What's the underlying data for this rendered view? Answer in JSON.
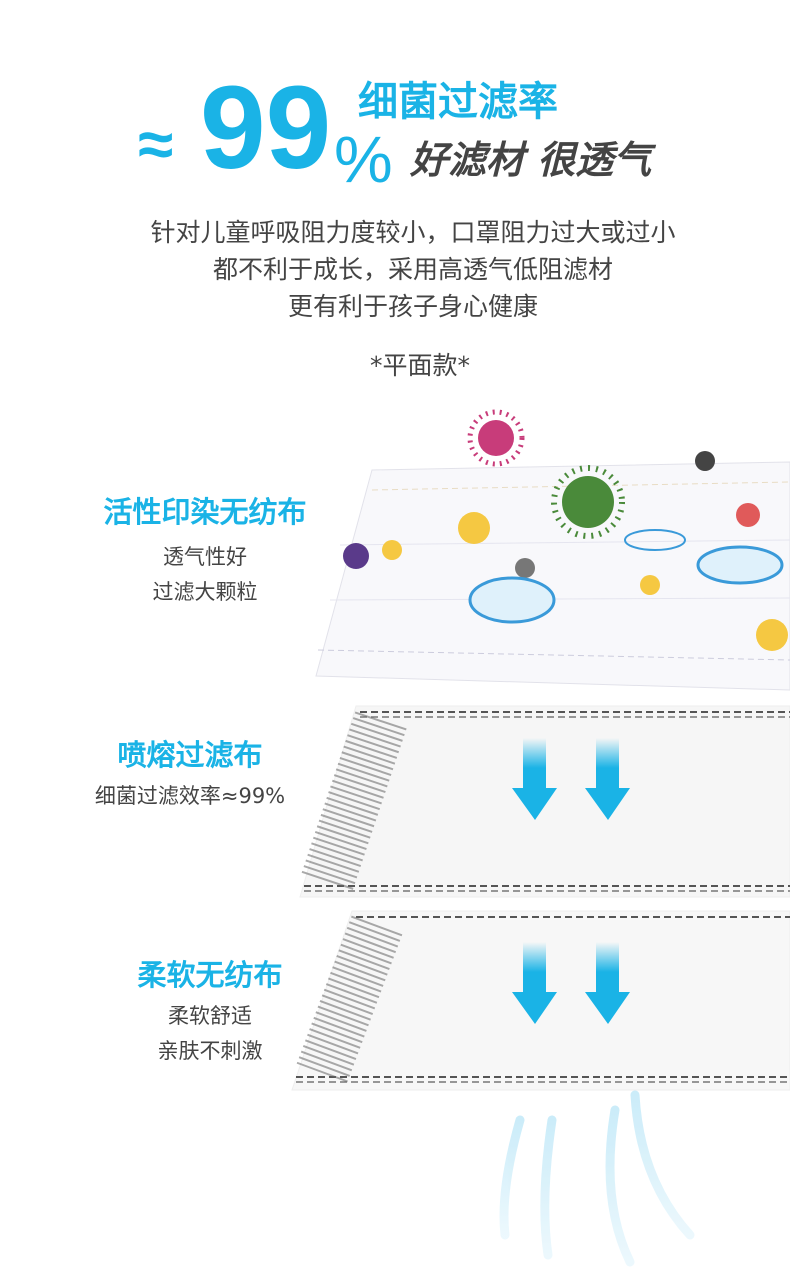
{
  "headline": {
    "approx": "≈",
    "value": "99",
    "percent": "%",
    "title": "细菌过滤率",
    "tagline": "好滤材 很透气"
  },
  "description": [
    "针对儿童呼吸阻力度较小，口罩阻力过大或过小",
    "都不利于成长，采用高透气低阻滤材",
    "更有利于孩子身心健康"
  ],
  "style_label": "*平面款*",
  "layers": [
    {
      "title": "活性印染无纺布",
      "lines": [
        "透气性好",
        "过滤大颗粒"
      ]
    },
    {
      "title": "喷熔过滤布",
      "lines": [
        "细菌过滤效率≈99%"
      ]
    },
    {
      "title": "柔软无纺布",
      "lines": [
        "柔软舒适",
        "亲肤不刺激"
      ]
    }
  ],
  "colors": {
    "accent": "#1ab3e6",
    "text": "#444444"
  }
}
